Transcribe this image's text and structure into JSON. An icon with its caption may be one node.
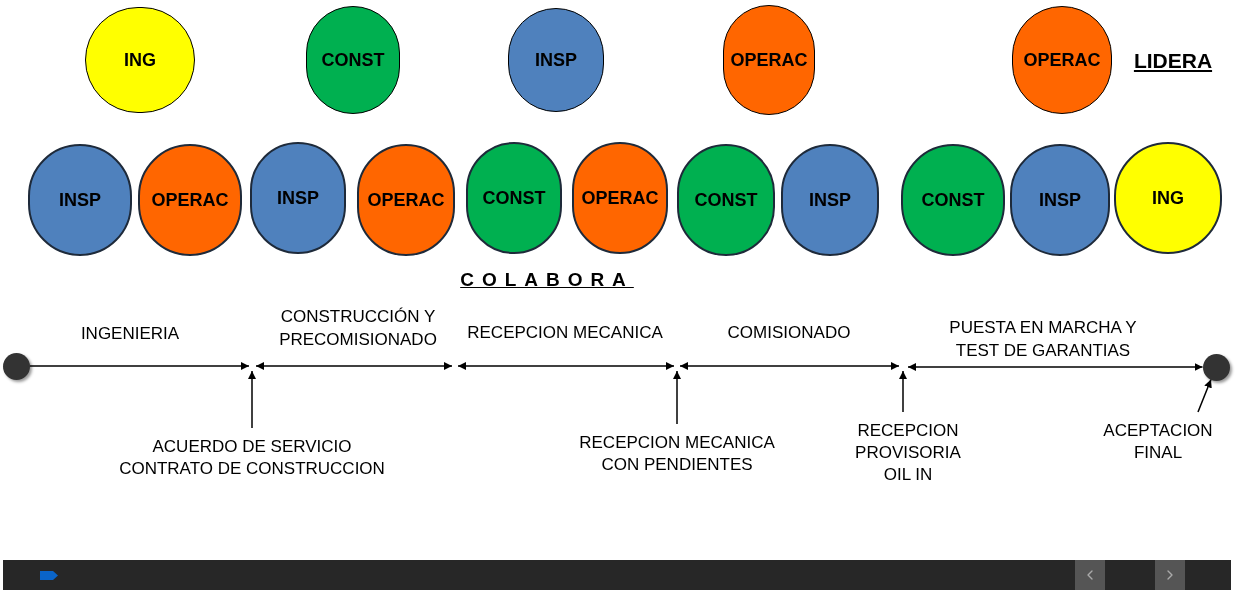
{
  "diagram": {
    "nodes": [
      {
        "text": [
          "ING"
        ]
      },
      {
        "text": [
          "CONST"
        ]
      },
      {
        "text": [
          "INSP"
        ]
      },
      {
        "text": [
          "OPERAC"
        ]
      },
      {
        "text": [
          "OPERAC"
        ]
      },
      {
        "text": [
          "INSP"
        ]
      },
      {
        "text": [
          "OPERAC"
        ]
      },
      {
        "text": [
          "INSP"
        ]
      },
      {
        "text": [
          "OPERAC"
        ]
      },
      {
        "text": [
          "CONST"
        ]
      },
      {
        "text": [
          "OPERAC"
        ]
      },
      {
        "text": [
          "CONST"
        ]
      },
      {
        "text": [
          "INSP"
        ]
      },
      {
        "text": [
          "CONST"
        ]
      },
      {
        "text": [
          "INSP"
        ]
      },
      {
        "text": [
          "ING"
        ]
      },
      {
        "text": [],
        "shape": "circle"
      },
      {
        "text": [],
        "shape": "circle"
      },
      {
        "text": [
          "ACUERDO DE SERVICIO CONTRATO DE CONSTRUCCION"
        ]
      },
      {
        "text": [
          "RECEPCION MECANICA CON PENDIENTES"
        ]
      },
      {
        "text": [
          "RECEPCION PROVISORIA OIL IN"
        ]
      },
      {
        "text": [
          "ACEPTACION FINAL"
        ]
      }
    ],
    "edges": [
      {
        "from": 16,
        "to": null,
        "arrow": "to"
      },
      {
        "from": 18,
        "to": null,
        "arrow": "to"
      },
      {
        "from": 19,
        "to": null,
        "arrow": "to"
      },
      {
        "from": 20,
        "to": null,
        "arrow": "to"
      },
      {
        "from": null,
        "to": 17,
        "arrow": "both"
      },
      {
        "from": 21,
        "to": 17,
        "arrow": "to"
      }
    ],
    "labels": [
      "LIDERA",
      "COLABORA",
      "INGENIERIA",
      "CONSTRUCCIÓN Y PRECOMISIONADO",
      "RECEPCION MECANICA",
      "COMISIONADO",
      "PUESTA EN MARCHA Y TEST DE GARANTIAS"
    ]
  }
}
